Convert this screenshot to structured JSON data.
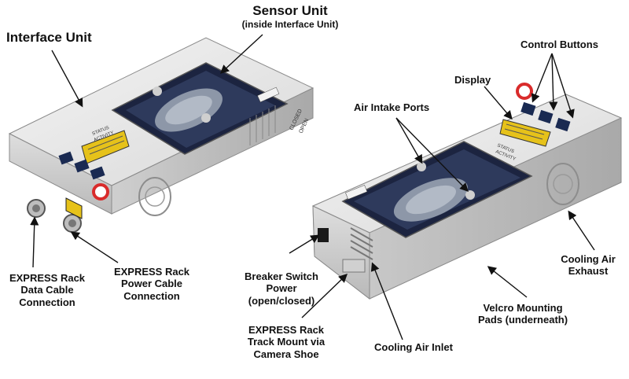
{
  "labels": {
    "interface_unit": "Interface Unit",
    "sensor_unit": "Sensor Unit",
    "sensor_unit_note": "(inside Interface Unit)",
    "control_buttons": "Control Buttons",
    "display": "Display",
    "air_intake_ports": "Air Intake Ports",
    "cooling_air_exhaust_1": "Cooling Air",
    "cooling_air_exhaust_2": "Exhaust",
    "velcro_1": "Velcro Mounting",
    "velcro_2": "Pads (underneath)",
    "cooling_air_inlet": "Cooling Air Inlet",
    "express_track_1": "EXPRESS Rack",
    "express_track_2": "Track Mount via",
    "express_track_3": "Camera Shoe",
    "breaker_1": "Breaker Switch",
    "breaker_2": "Power",
    "breaker_3": "(open/closed)",
    "express_power_1": "EXPRESS Rack",
    "express_power_2": "Power Cable",
    "express_power_3": "Connection",
    "express_data_1": "EXPRESS Rack",
    "express_data_2": "Data Cable",
    "express_data_3": "Connection"
  },
  "device_markings": {
    "closed": "CLOSED",
    "open": "OPEN",
    "status": "STATUS",
    "activity": "ACTIVITY"
  },
  "colors": {
    "body": "#e6e6e6",
    "window": "#1c2440",
    "screen": "#e6c21a",
    "button": "#1a2a52",
    "indicator": "#d92b2b"
  }
}
